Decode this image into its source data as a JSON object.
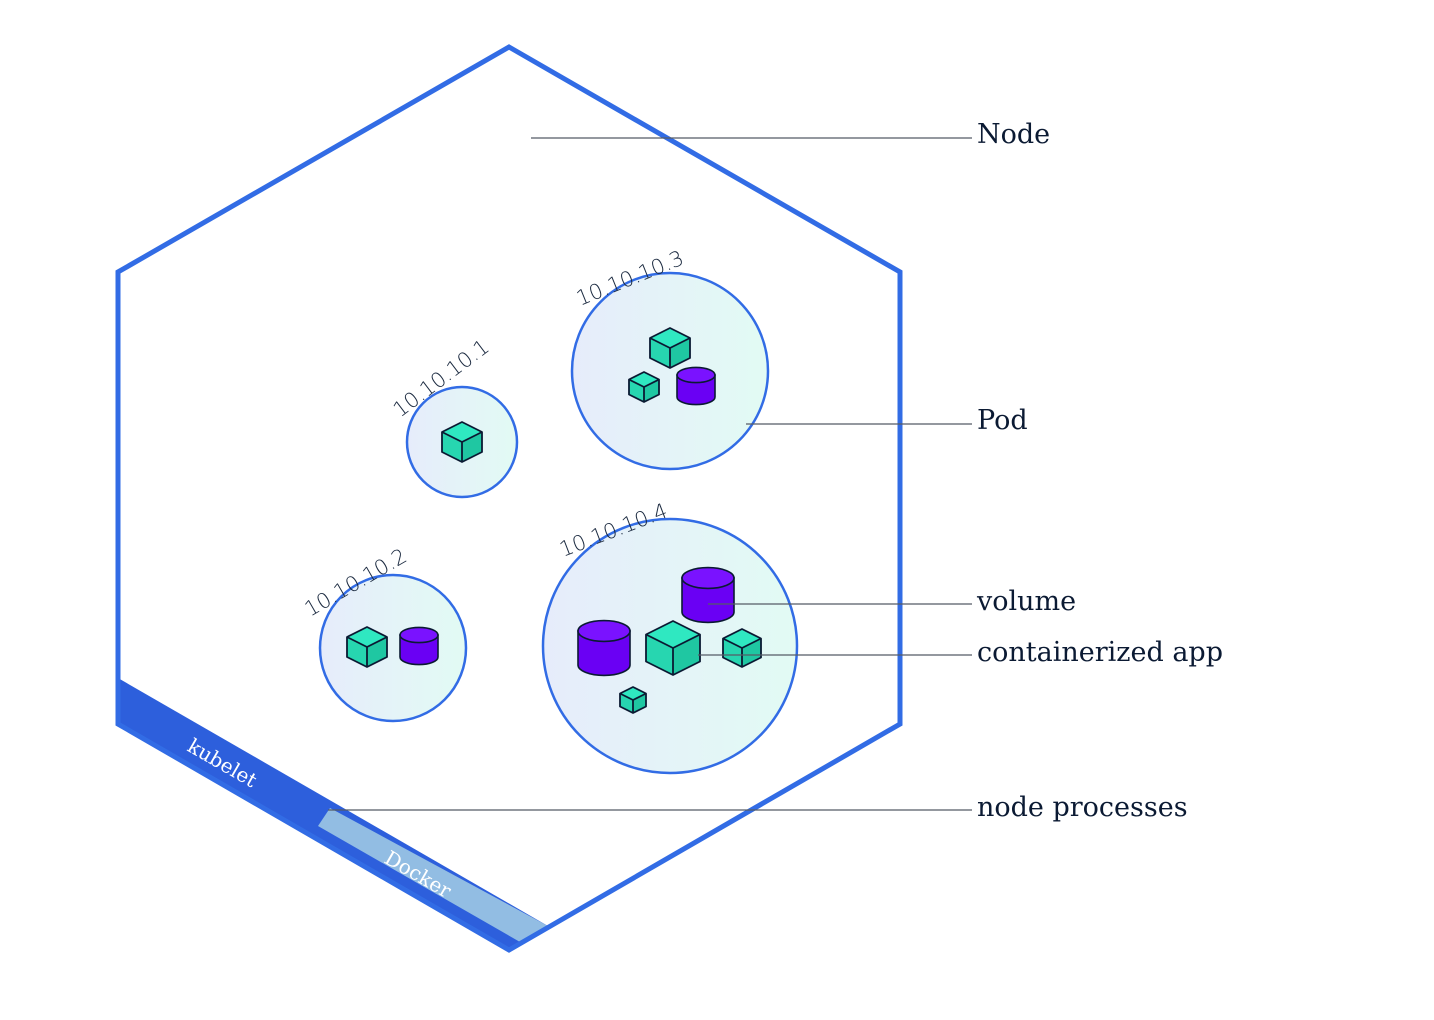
{
  "labels": {
    "node": "Node",
    "pod": "Pod",
    "volume": "volume",
    "containerized_app": "containerized app",
    "node_processes": "node processes"
  },
  "processes": {
    "kubelet": "kubelet",
    "docker": "Docker"
  },
  "pods": [
    {
      "ip": "10.10.10.1",
      "containers": 1,
      "volumes": 0
    },
    {
      "ip": "10.10.10.2",
      "containers": 1,
      "volumes": 1
    },
    {
      "ip": "10.10.10.3",
      "containers": 2,
      "volumes": 1
    },
    {
      "ip": "10.10.10.4",
      "containers": 3,
      "volumes": 2
    }
  ],
  "colors": {
    "node_outline": "#326ce5",
    "kubelet_band": "#2d5fdc",
    "docker_band": "#92bde3",
    "container": "#2fe8c1",
    "volume": "#6a00f4",
    "pod_fill_start": "#e6ecfb",
    "pod_fill_end": "#e2fbf4"
  }
}
